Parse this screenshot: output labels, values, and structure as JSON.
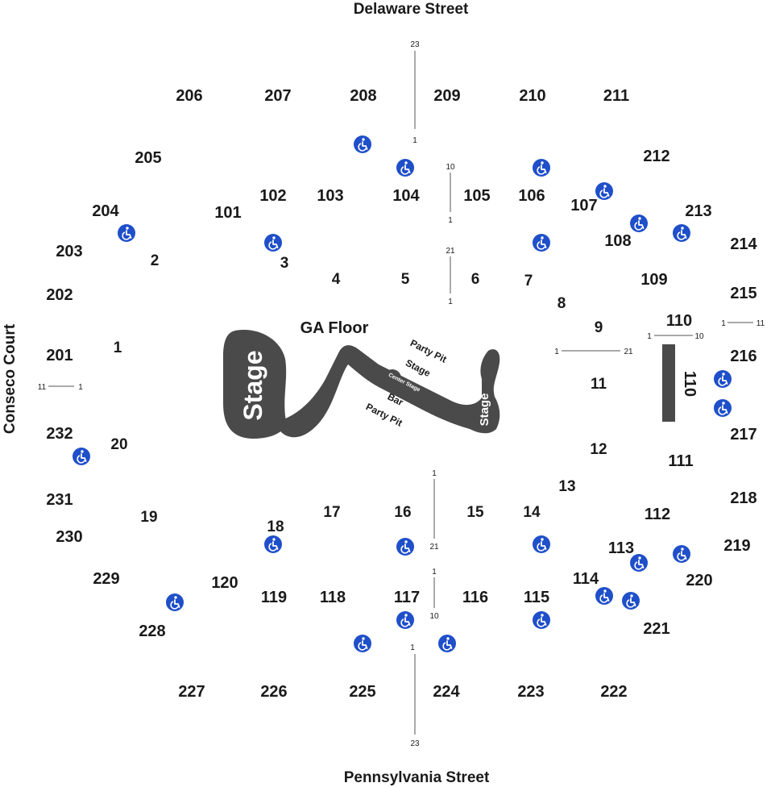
{
  "streets": {
    "north": "Delaware Street",
    "south": "Pennsylvania Street",
    "west": "Conseco Court"
  },
  "floor": {
    "ga_label": "GA Floor",
    "main_stage": "Stage",
    "b_stage": "Stage",
    "side_stage": "Stage",
    "center_stage": "Center Stage",
    "party_pit_north": "Party Pit",
    "party_pit_south": "Party Pit",
    "bar": "Bar",
    "section_110_floor": "110"
  },
  "sections": {
    "s1": "1",
    "s2": "2",
    "s3": "3",
    "s4": "4",
    "s5": "5",
    "s6": "6",
    "s7": "7",
    "s8": "8",
    "s9": "9",
    "s11": "11",
    "s12": "12",
    "s13": "13",
    "s14": "14",
    "s15": "15",
    "s16": "16",
    "s17": "17",
    "s18": "18",
    "s19": "19",
    "s20": "20",
    "s101": "101",
    "s102": "102",
    "s103": "103",
    "s104": "104",
    "s105": "105",
    "s106": "106",
    "s107": "107",
    "s108": "108",
    "s109": "109",
    "s110": "110",
    "s111": "111",
    "s112": "112",
    "s113": "113",
    "s114": "114",
    "s115": "115",
    "s116": "116",
    "s117": "117",
    "s118": "118",
    "s119": "119",
    "s120": "120",
    "s201": "201",
    "s202": "202",
    "s203": "203",
    "s204": "204",
    "s205": "205",
    "s206": "206",
    "s207": "207",
    "s208": "208",
    "s209": "209",
    "s210": "210",
    "s211": "211",
    "s212": "212",
    "s213": "213",
    "s214": "214",
    "s215": "215",
    "s216": "216",
    "s217": "217",
    "s218": "218",
    "s219": "219",
    "s220": "220",
    "s221": "221",
    "s222": "222",
    "s223": "223",
    "s224": "224",
    "s225": "225",
    "s226": "226",
    "s227": "227",
    "s228": "228",
    "s229": "229",
    "s230": "230",
    "s231": "231",
    "s232": "232"
  },
  "rows": {
    "north_top": "23",
    "north_bottom": "1",
    "n104_top": "10",
    "n104_bottom": "1",
    "n5_top": "21",
    "n5_bottom": "1",
    "east_215_left": "1",
    "east_215_right": "11",
    "east_110_left": "1",
    "east_110_right": "10",
    "east_9_left": "1",
    "east_9_right": "21",
    "west_left": "11",
    "west_right": "1",
    "s16_top": "1",
    "s16_bottom": "21",
    "s117_top": "1",
    "s117_bottom": "10",
    "south_top": "1",
    "south_bottom": "23"
  },
  "icons": {
    "accessible": "wheelchair-accessible-icon"
  },
  "colors": {
    "accessible": "#1f4fc9",
    "stage": "#4a4a4a",
    "text": "#1a1a1a"
  }
}
